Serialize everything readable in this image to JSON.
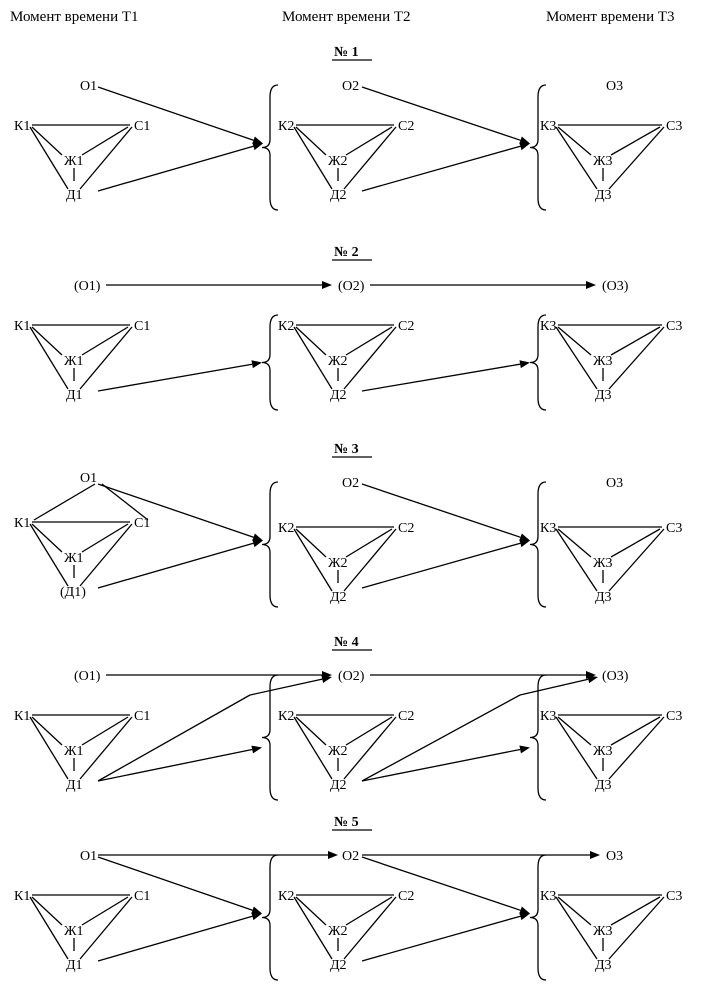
{
  "headers": [
    "Момент времени Т1",
    "Момент времени Т2",
    "Момент времени Т3"
  ],
  "diagrams": [
    {
      "title": "№ 1",
      "o_labels": [
        "O1",
        "O2",
        "O3"
      ],
      "groups": [
        {
          "k": "К1",
          "s": "С1",
          "zh": "Ж1",
          "d": "Д1"
        },
        {
          "k": "К2",
          "s": "С2",
          "zh": "Ж2",
          "d": "Д2"
        },
        {
          "k": "К3",
          "s": "С3",
          "zh": "Ж3",
          "d": "Д3"
        }
      ]
    },
    {
      "title": "№ 2",
      "o_labels": [
        "(O1)",
        "(O2)",
        "(O3)"
      ],
      "groups": [
        {
          "k": "К1",
          "s": "С1",
          "zh": "Ж1",
          "d": "Д1"
        },
        {
          "k": "К2",
          "s": "С2",
          "zh": "Ж2",
          "d": "Д2"
        },
        {
          "k": "К3",
          "s": "С3",
          "zh": "Ж3",
          "d": "Д3"
        }
      ]
    },
    {
      "title": "№ 3",
      "o_labels": [
        "O1",
        "O2",
        "O3"
      ],
      "groups": [
        {
          "k": "К1",
          "s": "С1",
          "zh": "Ж1",
          "d": "(Д1)"
        },
        {
          "k": "К2",
          "s": "С2",
          "zh": "Ж2",
          "d": "Д2"
        },
        {
          "k": "К3",
          "s": "С3",
          "zh": "Ж3",
          "d": "Д3"
        }
      ]
    },
    {
      "title": "№ 4",
      "o_labels": [
        "(O1)",
        "(O2)",
        "(O3)"
      ],
      "groups": [
        {
          "k": "К1",
          "s": "С1",
          "zh": "Ж1",
          "d": "Д1"
        },
        {
          "k": "К2",
          "s": "С2",
          "zh": "Ж2",
          "d": "Д2"
        },
        {
          "k": "К3",
          "s": "С3",
          "zh": "Ж3",
          "d": "Д3"
        }
      ]
    },
    {
      "title": "№ 5",
      "o_labels": [
        "O1",
        "O2",
        "O3"
      ],
      "groups": [
        {
          "k": "К1",
          "s": "С1",
          "zh": "Ж1",
          "d": "Д1"
        },
        {
          "k": "К2",
          "s": "С2",
          "zh": "Ж2",
          "d": "Д2"
        },
        {
          "k": "К3",
          "s": "С3",
          "zh": "Ж3",
          "d": "Д3"
        }
      ]
    }
  ]
}
